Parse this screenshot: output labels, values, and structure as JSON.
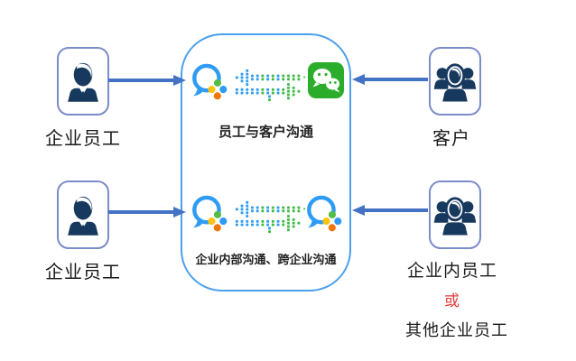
{
  "colors": {
    "text": "#1a1a1a",
    "red": "#e23b3b",
    "arrow": "#4472c4",
    "hub_border": "#4c9fec",
    "actor_border": "#7b8cc9",
    "person": "#17395e",
    "wecom_blue": "#2e9cf4",
    "wechat_green": "#2bad2b",
    "dot_green": "#3dbb44",
    "pin_green": "#55bd47",
    "pin_yellow": "#ffc20e",
    "pin_orange": "#f2740b"
  },
  "actors": {
    "left_top": {
      "label": "企业员工"
    },
    "left_bottom": {
      "label": "企业员工"
    },
    "right_top": {
      "label": "客户"
    },
    "right_bottom": {
      "label_line1": "企业内员工",
      "label_line2": "或",
      "label_line3": "其他企业员工"
    }
  },
  "hub": {
    "row1_caption": "员工与客户沟通",
    "row2_caption": "企业内部沟通、跨企业沟通"
  },
  "icons": {
    "wecom_logo": "wecom-chat-bubble-pinwheel",
    "wechat_logo": "wechat-double-bubble",
    "employee": "single-person-silhouette",
    "group": "three-people-group",
    "dotted_arrows": "bidirectional-dotted-transfer"
  }
}
